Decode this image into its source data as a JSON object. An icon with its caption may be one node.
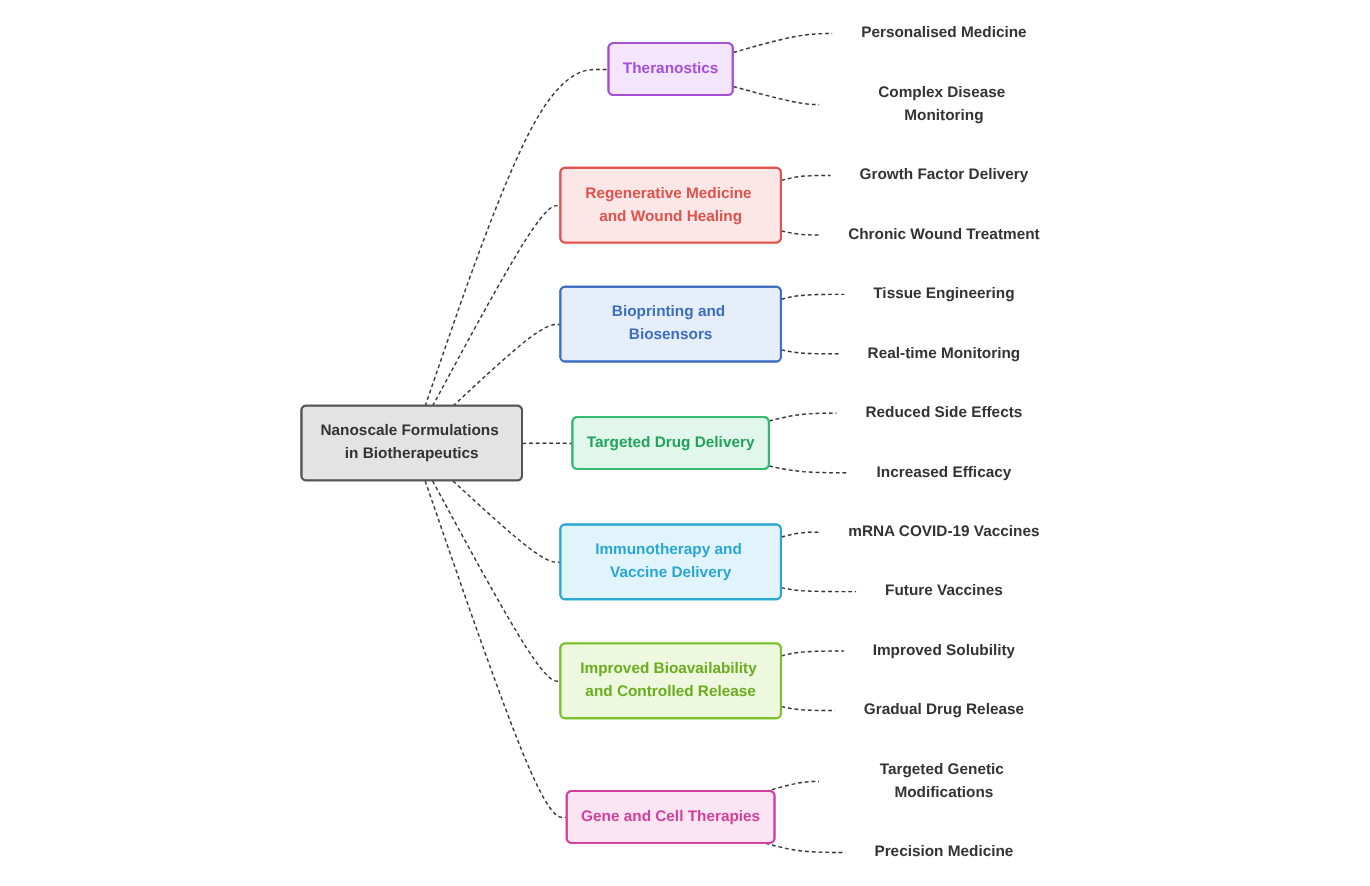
{
  "diagram": {
    "nodes": [
      {
        "text": [
          "Nanoscale Formulations in Biotherapeutics"
        ]
      },
      {
        "text": [
          "Theranostics"
        ]
      },
      {
        "text": [
          "Personalised Medicine"
        ]
      },
      {
        "text": [
          "Complex Disease Monitoring"
        ]
      },
      {
        "text": [
          "Regenerative Medicine and Wound Healing"
        ]
      },
      {
        "text": [
          "Growth Factor Delivery"
        ]
      },
      {
        "text": [
          "Chronic Wound Treatment"
        ]
      },
      {
        "text": [
          "Bioprinting and Biosensors"
        ]
      },
      {
        "text": [
          "Tissue Engineering"
        ]
      },
      {
        "text": [
          "Real-time Monitoring"
        ]
      },
      {
        "text": [
          "Targeted Drug Delivery"
        ]
      },
      {
        "text": [
          "Reduced Side Effects"
        ]
      },
      {
        "text": [
          "Increased Efficacy"
        ]
      },
      {
        "text": [
          "Immunotherapy and Vaccine Delivery"
        ]
      },
      {
        "text": [
          "mRNA COVID-19 Vaccines"
        ]
      },
      {
        "text": [
          "Future Vaccines"
        ]
      },
      {
        "text": [
          "Improved Bioavailability and Controlled Release"
        ]
      },
      {
        "text": [
          "Improved Solubility"
        ]
      },
      {
        "text": [
          "Gradual Drug Release"
        ]
      },
      {
        "text": [
          "Gene and Cell Therapies"
        ]
      },
      {
        "text": [
          "Targeted Genetic Modifications"
        ]
      },
      {
        "text": [
          "Precision Medicine"
        ]
      }
    ],
    "edges": [
      {
        "from": 0,
        "to": 1,
        "arrow": "none",
        "style": "dashed"
      },
      {
        "from": 1,
        "to": 2,
        "arrow": "none",
        "style": "dashed"
      },
      {
        "from": 1,
        "to": 3,
        "arrow": "none",
        "style": "dashed"
      },
      {
        "from": 0,
        "to": 4,
        "arrow": "none",
        "style": "dashed"
      },
      {
        "from": 4,
        "to": 5,
        "arrow": "none",
        "style": "dashed"
      },
      {
        "from": 4,
        "to": 6,
        "arrow": "none",
        "style": "dashed"
      },
      {
        "from": 0,
        "to": 7,
        "arrow": "none",
        "style": "dashed"
      },
      {
        "from": 7,
        "to": 8,
        "arrow": "none",
        "style": "dashed"
      },
      {
        "from": 7,
        "to": 9,
        "arrow": "none",
        "style": "dashed"
      },
      {
        "from": 0,
        "to": 10,
        "arrow": "none",
        "style": "dashed"
      },
      {
        "from": 10,
        "to": 11,
        "arrow": "none",
        "style": "dashed"
      },
      {
        "from": 10,
        "to": 12,
        "arrow": "none",
        "style": "dashed"
      },
      {
        "from": 0,
        "to": 13,
        "arrow": "none",
        "style": "dashed"
      },
      {
        "from": 13,
        "to": 14,
        "arrow": "none",
        "style": "dashed"
      },
      {
        "from": 13,
        "to": 15,
        "arrow": "none",
        "style": "dashed"
      },
      {
        "from": 0,
        "to": 16,
        "arrow": "none",
        "style": "dashed"
      },
      {
        "from": 16,
        "to": 17,
        "arrow": "none",
        "style": "dashed"
      },
      {
        "from": 16,
        "to": 18,
        "arrow": "none",
        "style": "dashed"
      },
      {
        "from": 0,
        "to": 19,
        "arrow": "none",
        "style": "dashed"
      },
      {
        "from": 19,
        "to": 20,
        "arrow": "none",
        "style": "dashed"
      },
      {
        "from": 19,
        "to": 21,
        "arrow": "none",
        "style": "dashed"
      }
    ]
  }
}
